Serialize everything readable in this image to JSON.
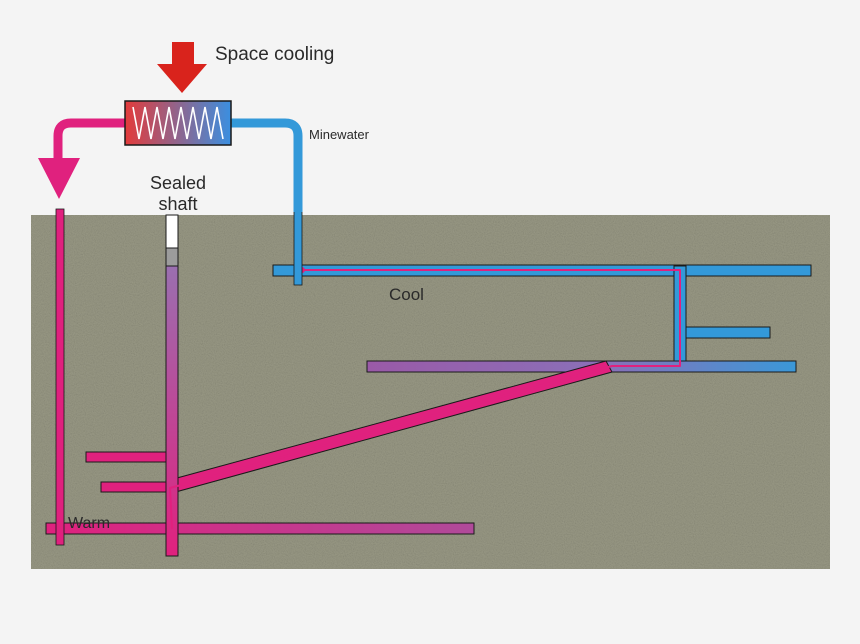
{
  "labels": {
    "space_cooling": "Space cooling",
    "minewater": "Minewater",
    "sealed": "Sealed",
    "shaft": "shaft",
    "cool": "Cool",
    "warm": "Warm"
  },
  "colors": {
    "ground": "#9a9a86",
    "cold_pipe": "#3399d9",
    "warm_pipe": "#e0217e",
    "mid_pipe": "#9a5aa8",
    "arrow_red": "#d9231c",
    "outline": "#1a1a1a"
  },
  "icons": {
    "heat_exchanger": "heat-exchanger-icon",
    "down_arrow_top": "red-down-arrow-icon",
    "down_arrow_outlet": "magenta-down-arrow-icon"
  }
}
